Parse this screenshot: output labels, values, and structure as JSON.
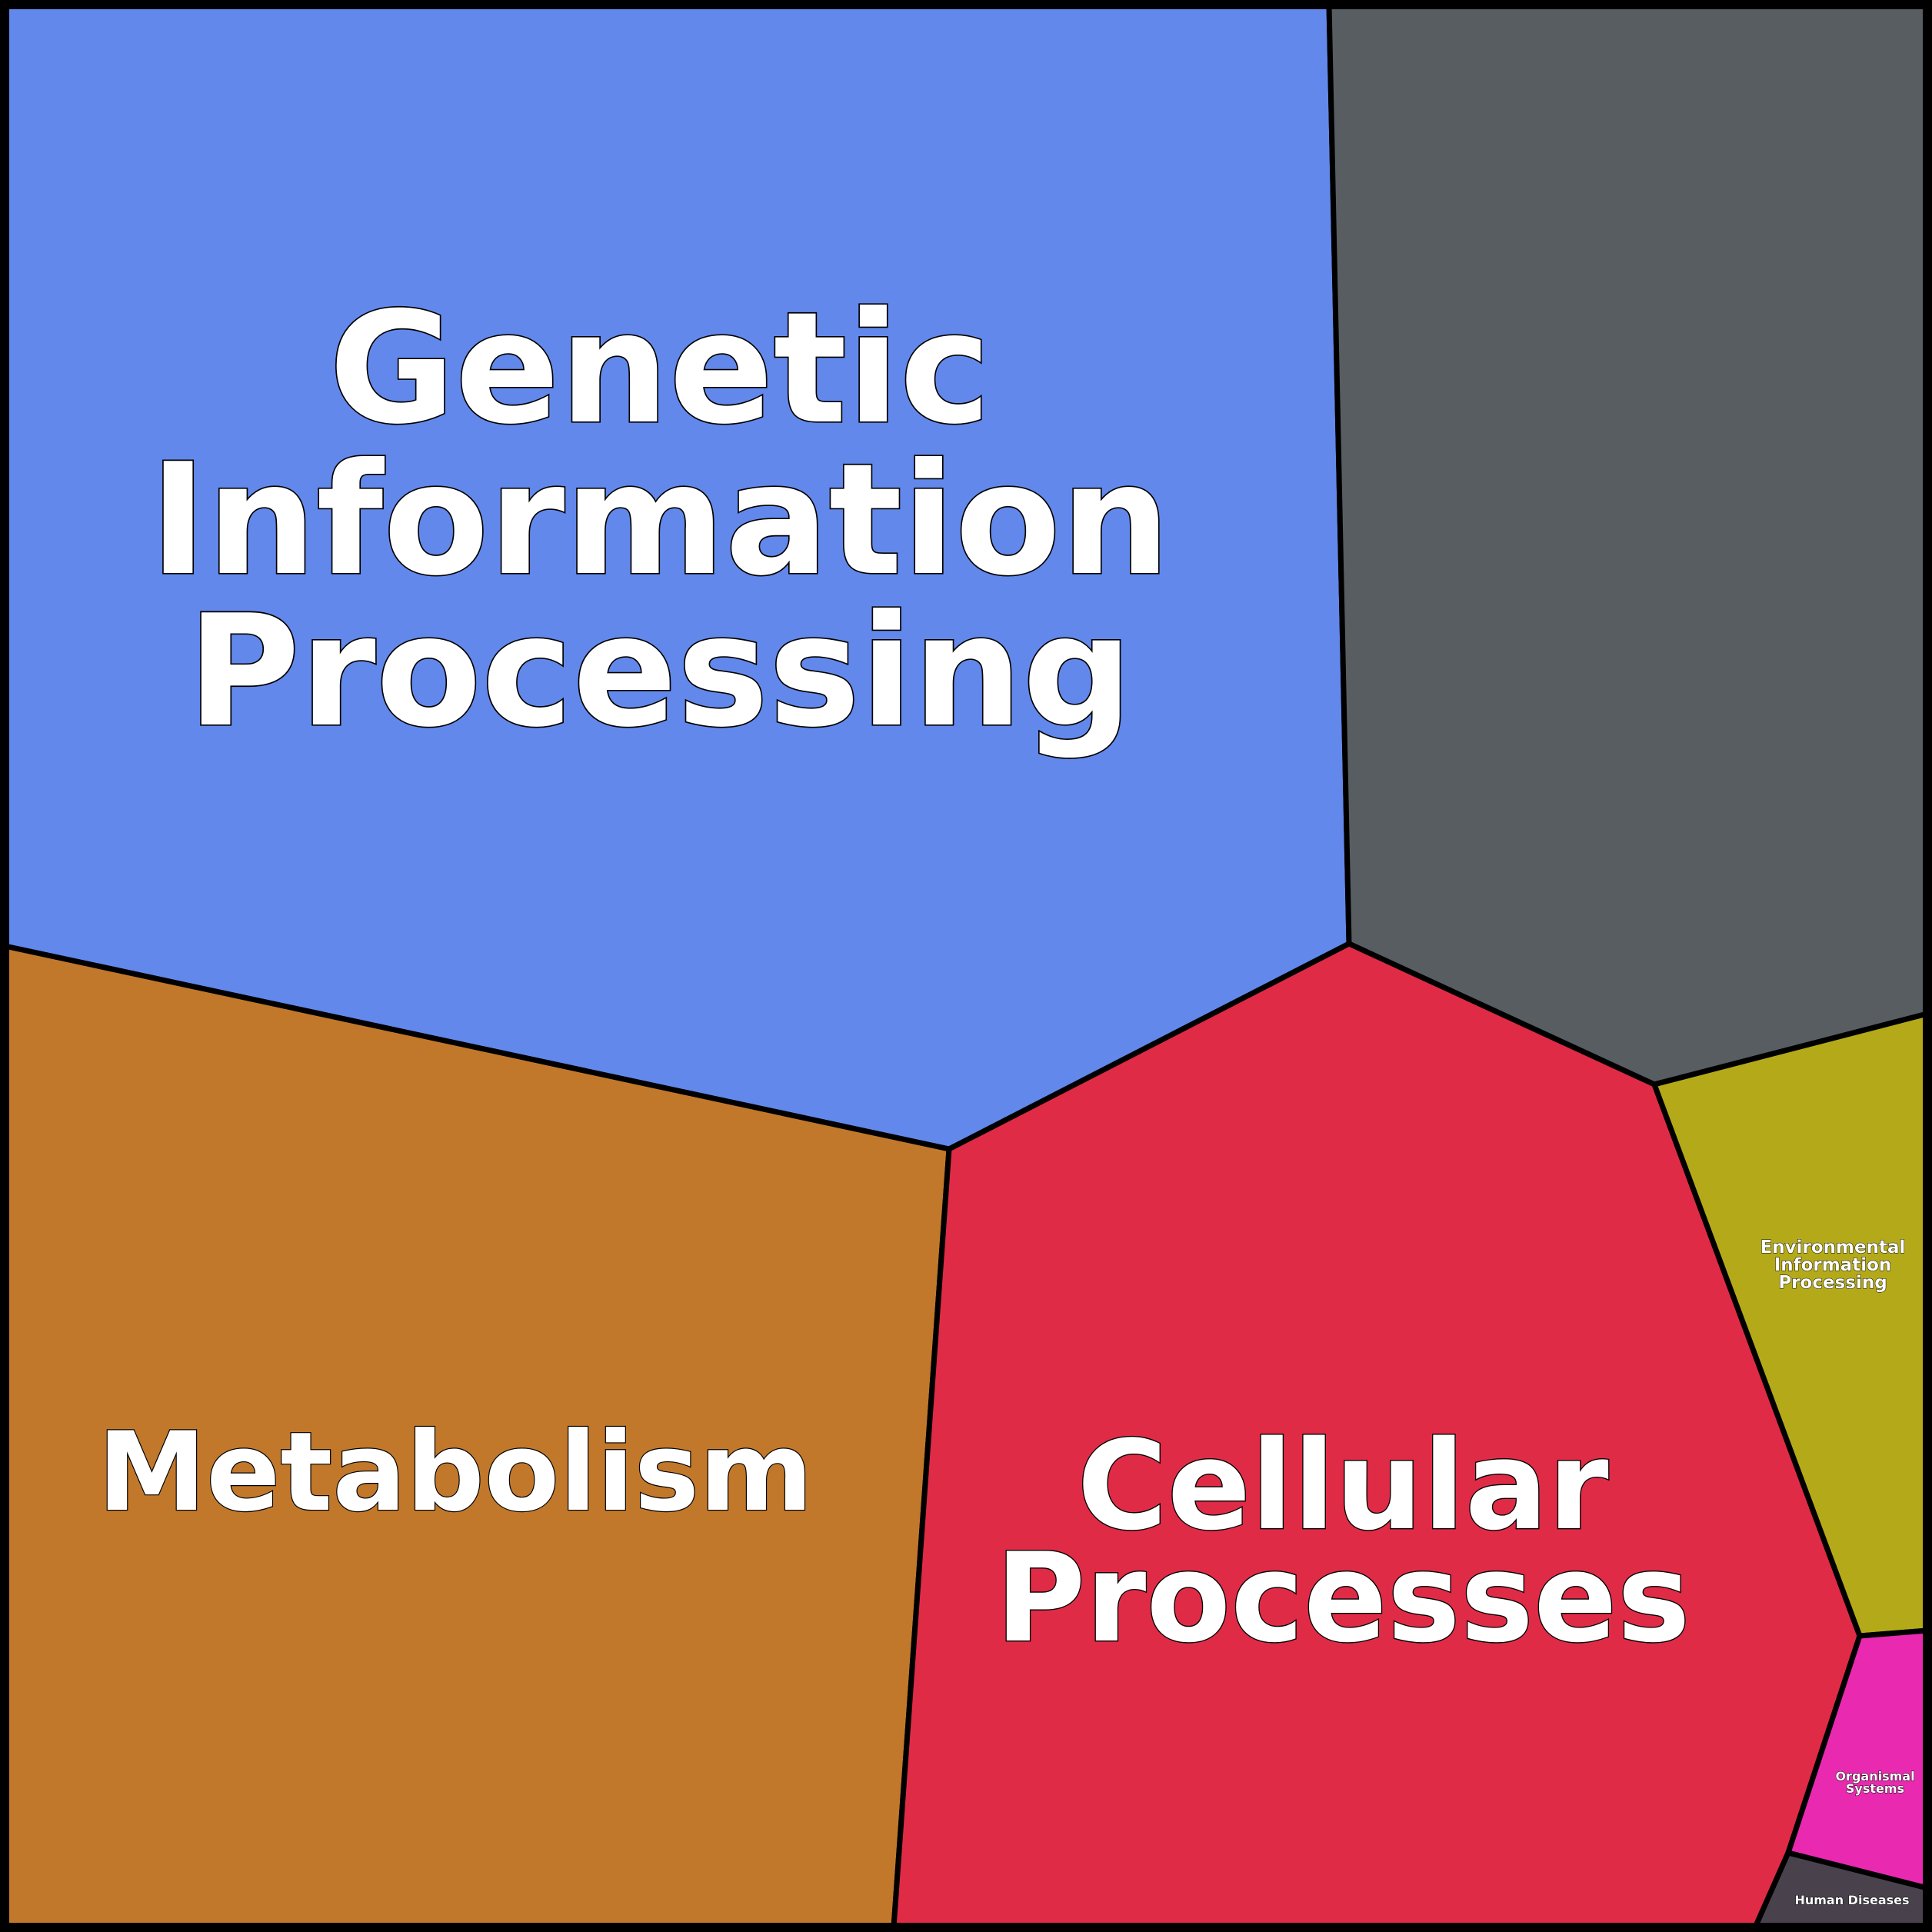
{
  "colors": {
    "outline": "#000000",
    "label_text": "#ffffff"
  },
  "cells": [
    {
      "key": "genetic",
      "lines": [
        "Genetic",
        "Information",
        "Processing"
      ],
      "color": "#6388eb"
    },
    {
      "key": "unlabeled",
      "lines": [],
      "color": "#585d61"
    },
    {
      "key": "metabolism",
      "lines": [
        "Metabolism"
      ],
      "color": "#c1782b"
    },
    {
      "key": "cellular",
      "lines": [
        "Cellular",
        "Processes"
      ],
      "color": "#e02b47"
    },
    {
      "key": "environmental",
      "lines": [
        "Environmental",
        "Information",
        "Processing"
      ],
      "color": "#b4aa19"
    },
    {
      "key": "organismal",
      "lines": [
        "Organismal",
        "Systems"
      ],
      "color": "#e92ab0"
    },
    {
      "key": "human",
      "lines": [
        "Human Diseases"
      ],
      "color": "#49424d"
    }
  ]
}
